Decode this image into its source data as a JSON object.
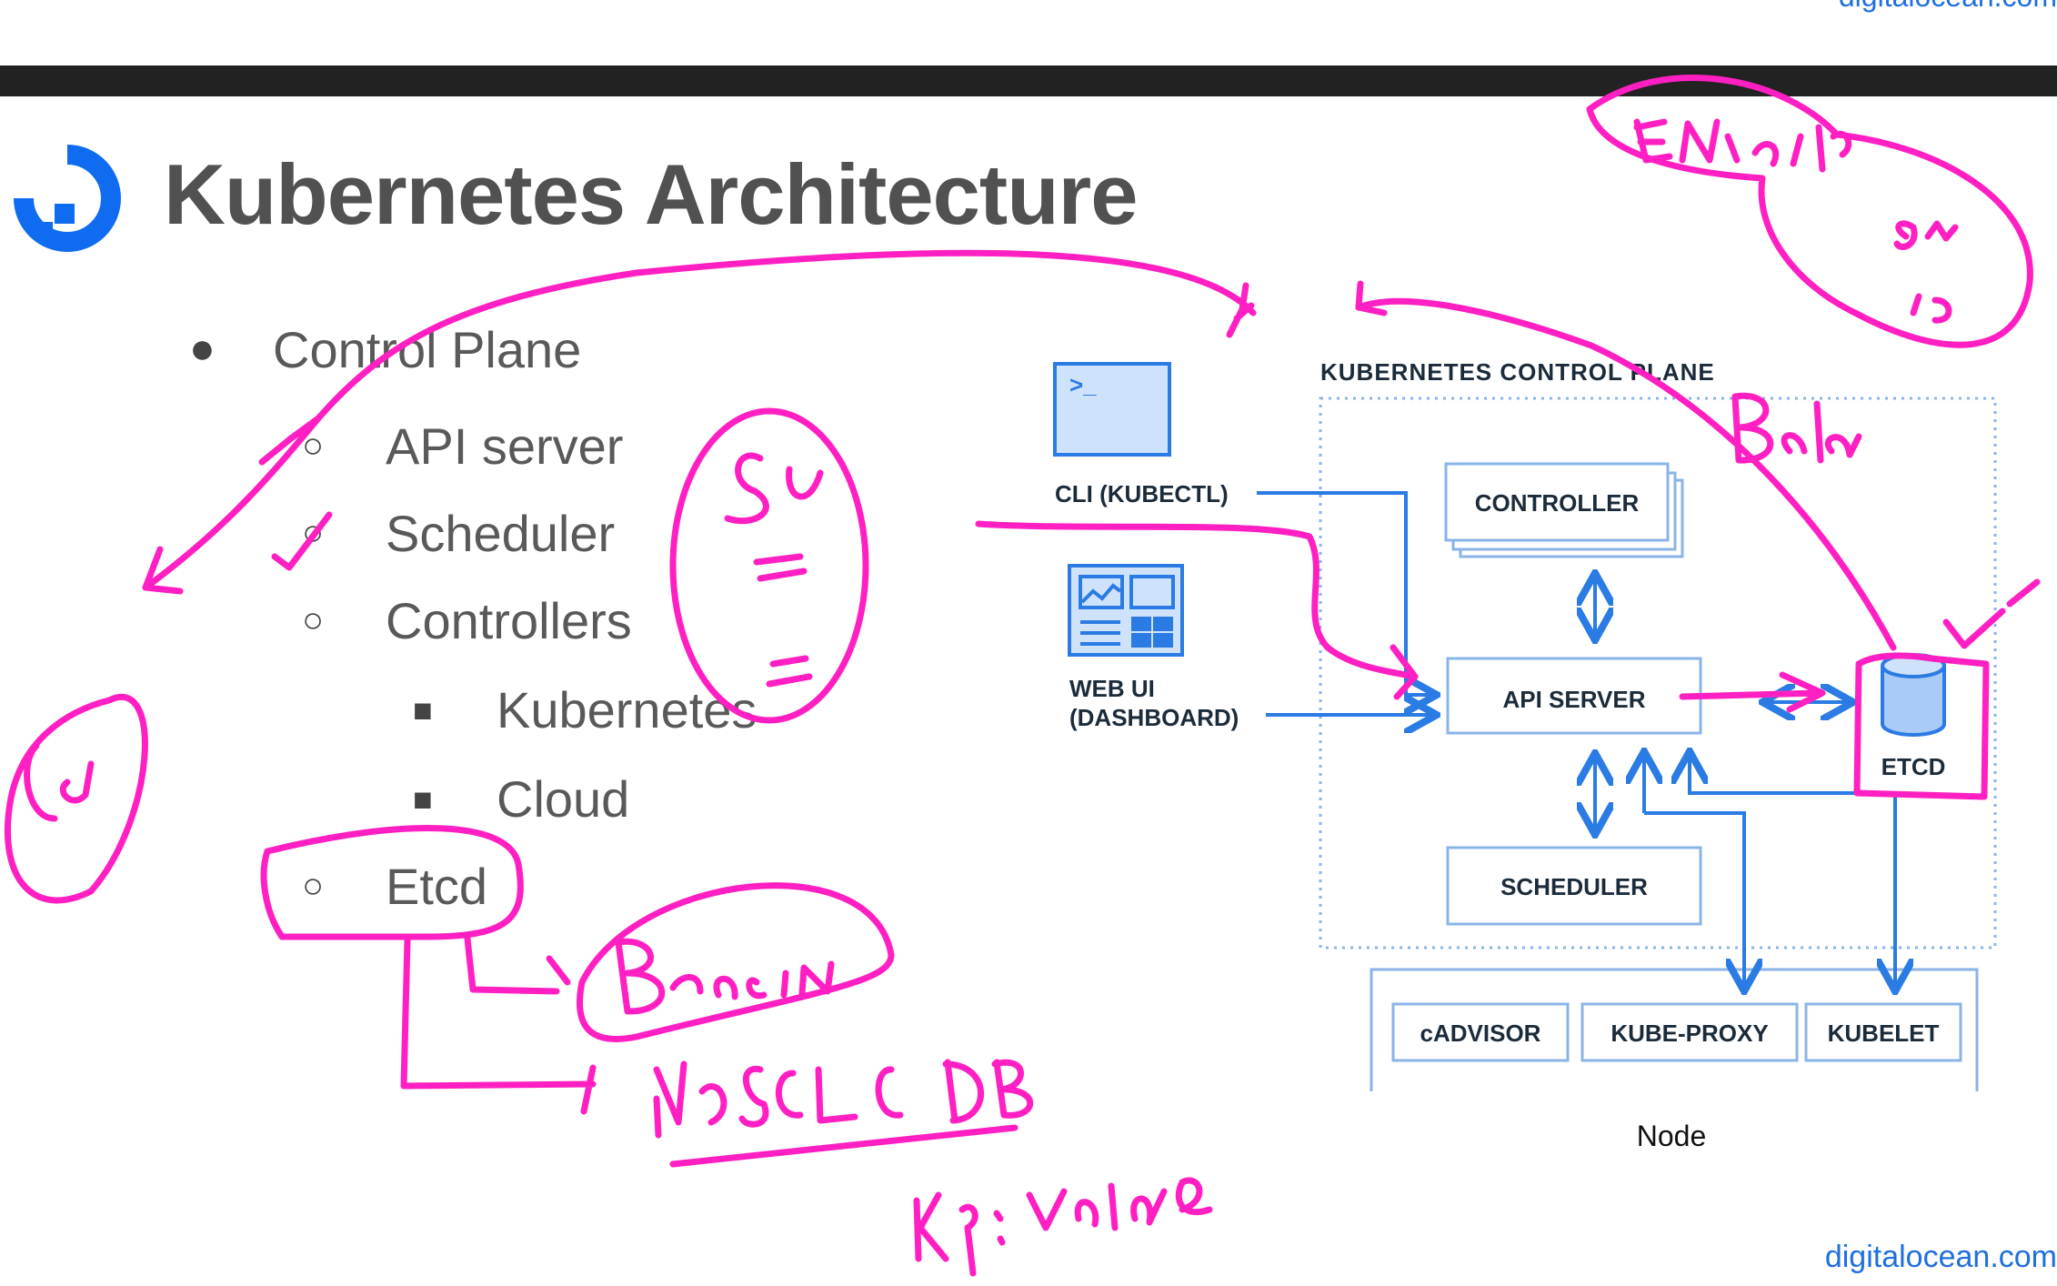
{
  "header": {
    "top_link": "digitalocean.com",
    "title": "Kubernetes Architecture"
  },
  "footer": {
    "link": "digitalocean.com"
  },
  "bullets": {
    "l1": "Control Plane",
    "api": "API server",
    "scheduler": "Scheduler",
    "controllers": "Controllers",
    "kubernetes": "Kubernetes",
    "cloud": "Cloud",
    "etcd": "Etcd"
  },
  "diagram": {
    "plane_title": "KUBERNETES CONTROL PLANE",
    "cli_label": "CLI (KUBECTL)",
    "webui_line1": "WEB UI",
    "webui_line2": "(DASHBOARD)",
    "controller": "CONTROLLER",
    "api_server": "API SERVER",
    "scheduler": "SCHEDULER",
    "etcd": "ETCD",
    "cadvisor": "cADVISOR",
    "kube_proxy": "KUBE-PROXY",
    "kubelet": "KUBELET",
    "node": "Node"
  },
  "colors": {
    "diagram_blue": "#2a7be4",
    "ink_magenta": "#ff1fc2",
    "title_gray": "#515151",
    "band_dark": "#222222"
  }
}
